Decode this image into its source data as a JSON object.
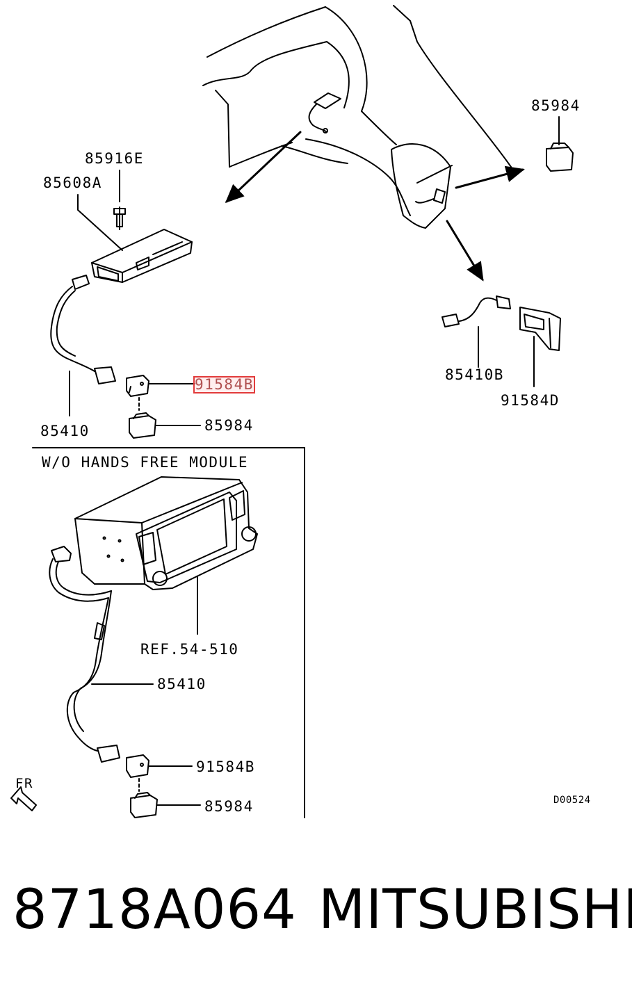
{
  "diagram": {
    "callouts": {
      "c_85984_top": "85984",
      "c_85916E": "85916E",
      "c_85608A": "85608A",
      "c_91584B_top": "91584B",
      "c_85984_mid": "85984",
      "c_85410_top": "85410",
      "c_85410B": "85410B",
      "c_91584D": "91584D",
      "c_ref": "REF.54-510",
      "c_85410_bottom": "85410",
      "c_91584B_bottom": "91584B",
      "c_85984_bottom": "85984"
    },
    "inset_title": "W/O HANDS FREE MODULE",
    "fr_label": "FR",
    "drawing_code": "D00524"
  },
  "footer": {
    "part_number": "8718A064",
    "brand": "MITSUBISHI"
  },
  "colors": {
    "line": "#000000",
    "highlight": "#e23b3b"
  }
}
